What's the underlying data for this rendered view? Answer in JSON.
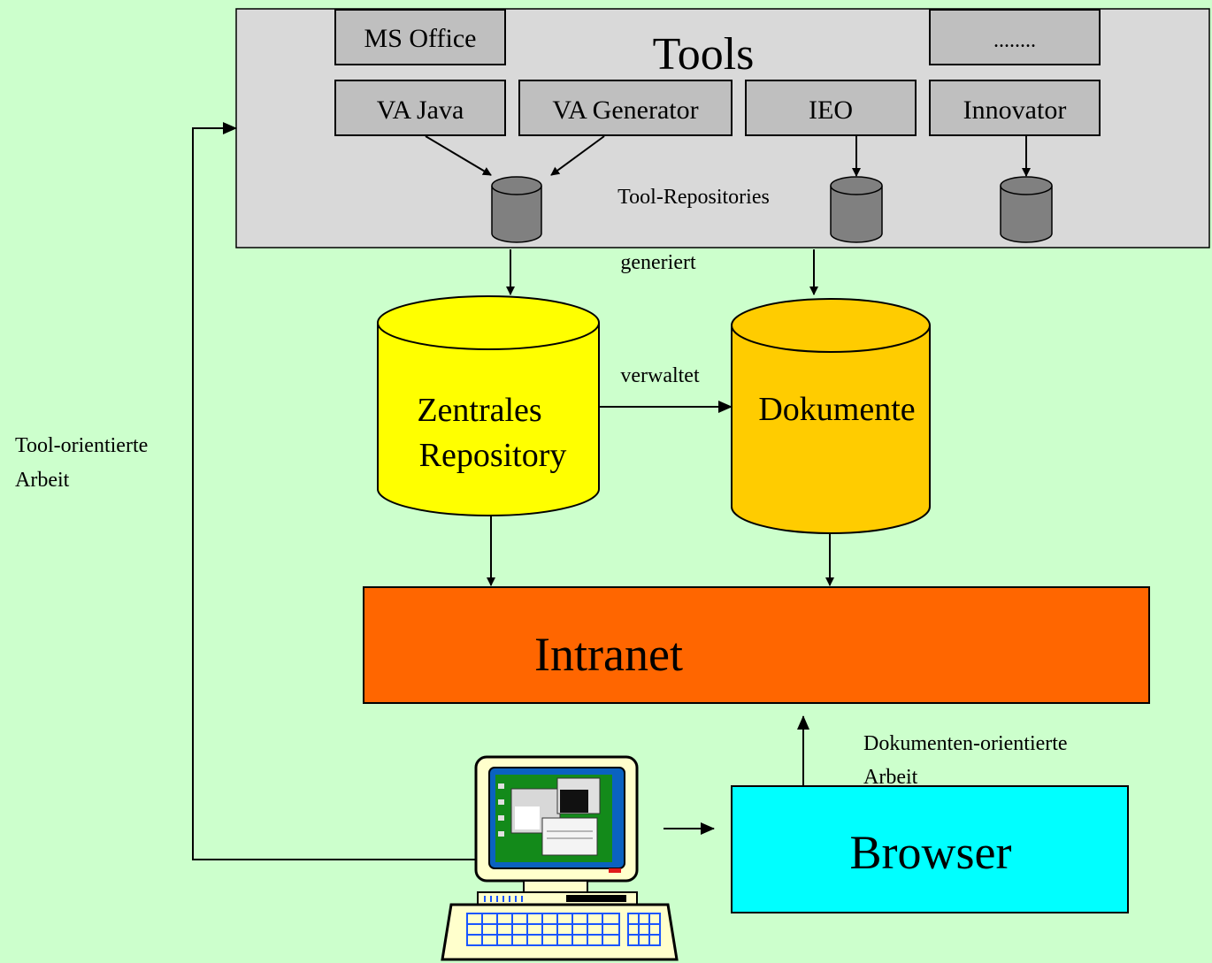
{
  "tools": {
    "title": "Tools",
    "items": [
      "MS Office",
      "........",
      "VA Java",
      "VA Generator",
      "IEO",
      "Innovator"
    ],
    "repositories_label": "Tool-Repositories"
  },
  "edges": {
    "generiert": "generiert",
    "verwaltet": "verwaltet"
  },
  "central_repository": {
    "line1": "Zentrales",
    "line2": "Repository"
  },
  "documents": {
    "label": "Dokumente"
  },
  "intranet": {
    "label": "Intranet"
  },
  "browser": {
    "label": "Browser"
  },
  "tool_work": {
    "line1": "Tool-orientierte",
    "line2": "Arbeit"
  },
  "document_work": {
    "line1": "Dokumenten-orientierte",
    "line2": "Arbeit"
  },
  "colors": {
    "background": "#ccffcc",
    "tools_panel": "#d9d9d9",
    "tool_box": "#bfbfbf",
    "mini_db": "#808080",
    "central_repository": "#ffff00",
    "documents": "#ffcc00",
    "intranet": "#ff6600",
    "browser": "#00ffff"
  }
}
